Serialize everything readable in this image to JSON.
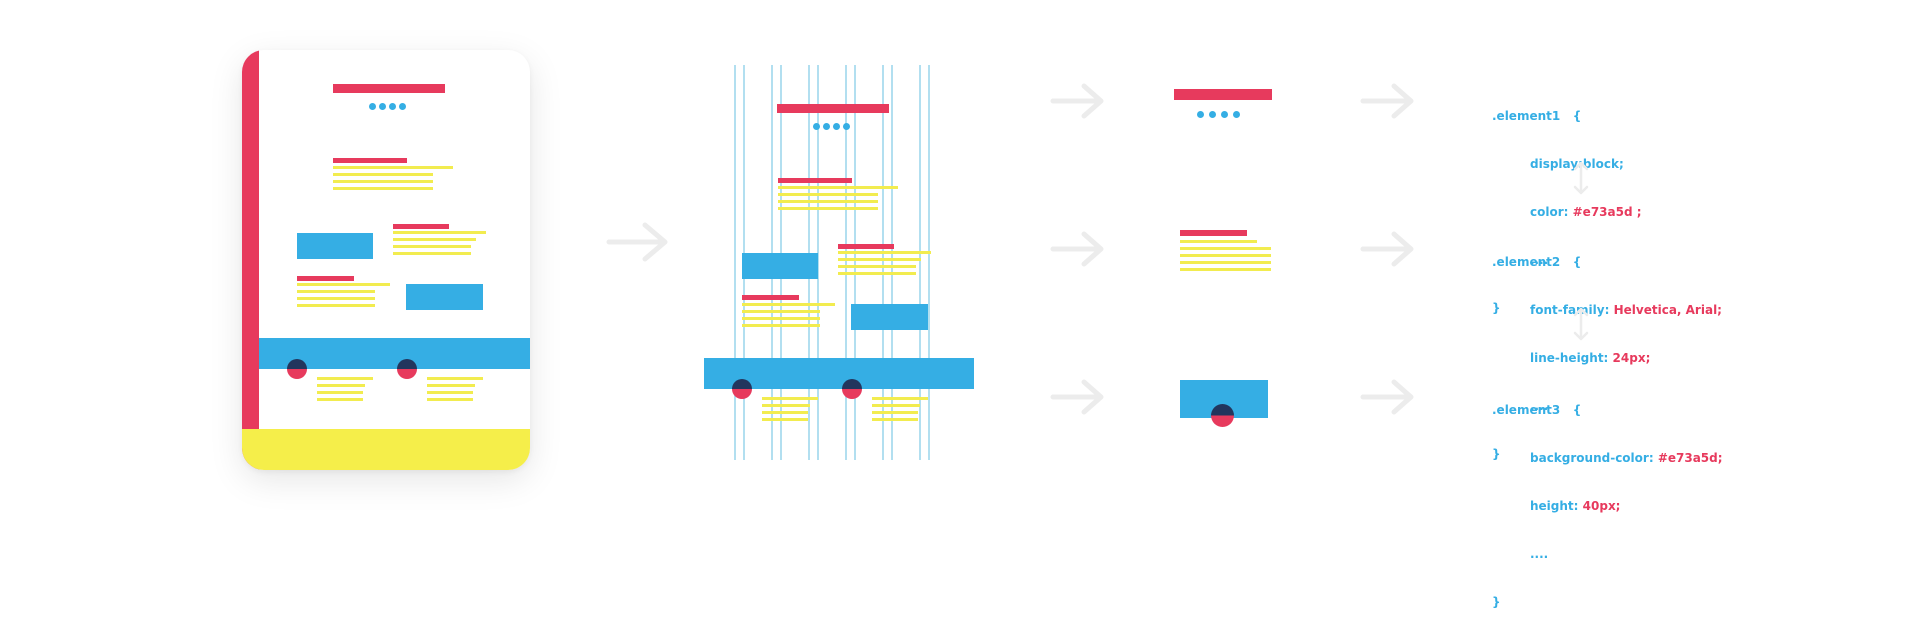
{
  "colors": {
    "pink": "#e73a5d",
    "blue": "#35aee4",
    "yellow": "#f5ee4a",
    "navy": "#22355d",
    "arrow": "#ececec"
  },
  "icons": [
    "arrow-right-icon",
    "double-arrow-vertical-icon"
  ],
  "code_blocks": [
    {
      "selector": ".element1",
      "brace_open": "{",
      "props": [
        {
          "name": "display:block;",
          "value": ""
        },
        {
          "name": "color:",
          "value": "#e73a5d ;"
        },
        {
          "name": "....",
          "value": ""
        }
      ],
      "brace_close": "}"
    },
    {
      "selector": ".element2",
      "brace_open": "{",
      "props": [
        {
          "name": "font-family:",
          "value": "Helvetica, Arial;"
        },
        {
          "name": "line-height:",
          "value": "24px;"
        },
        {
          "name": "....",
          "value": ""
        }
      ],
      "brace_close": "}"
    },
    {
      "selector": ".element3",
      "brace_open": "{",
      "props": [
        {
          "name": "background-color:",
          "value": "#e73a5d;"
        },
        {
          "name": "height:",
          "value": "40px;"
        },
        {
          "name": "....",
          "value": ""
        }
      ],
      "brace_close": "}"
    }
  ]
}
